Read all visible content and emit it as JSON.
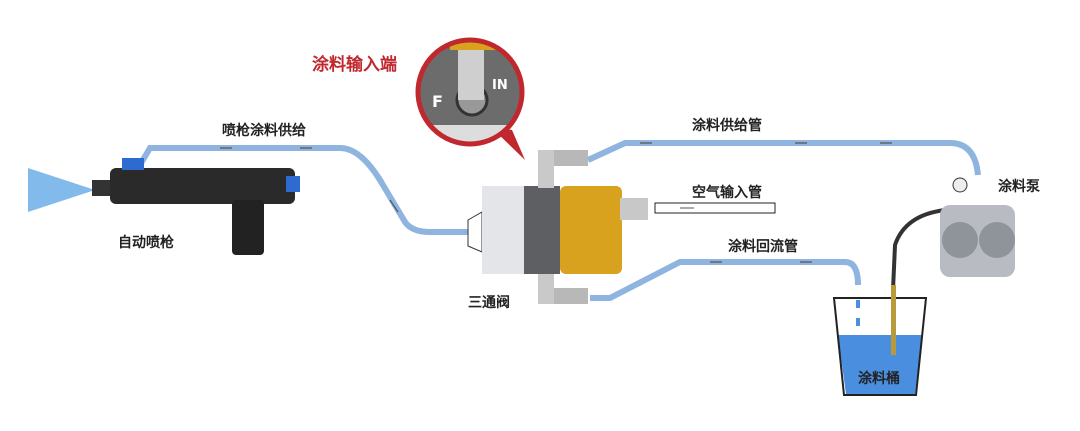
{
  "labels": {
    "paint_inlet": "涂料输入端",
    "gun_supply": "喷枪涂料供给",
    "supply_pipe": "涂料供给管",
    "air_pipe": "空气输入管",
    "pump": "涂料泵",
    "auto_gun": "自动喷枪",
    "return_pipe": "涂料回流管",
    "three_way_valve": "三通阀",
    "paint_bucket": "涂料桶",
    "inset_f": "F",
    "inset_in": "IN"
  },
  "colors": {
    "pipe": "#8fb4df",
    "accent": "#c0282d",
    "gold": "#d9a21e"
  }
}
